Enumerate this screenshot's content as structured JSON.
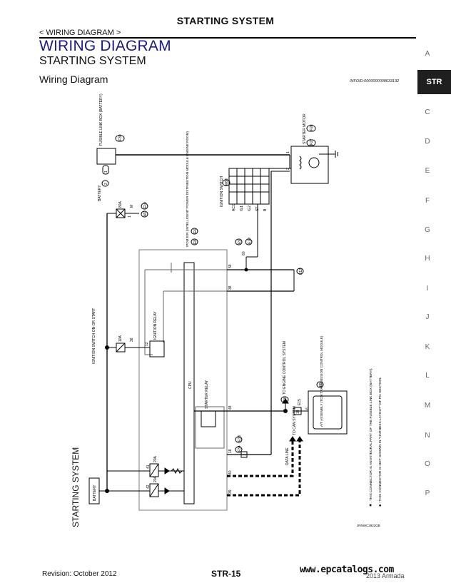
{
  "header": {
    "title": "STARTING SYSTEM",
    "breadcrumb": "< WIRING DIAGRAM >",
    "heading": "WIRING DIAGRAM",
    "subheading": "STARTING SYSTEM",
    "section": "Wiring Diagram",
    "info_id": "INFOID:0000000008633132"
  },
  "nav": {
    "active_tab": "STR",
    "letters": [
      "A",
      "C",
      "D",
      "E",
      "F",
      "G",
      "H",
      "I",
      "J",
      "K",
      "L",
      "M",
      "N",
      "O",
      "P"
    ]
  },
  "diagram": {
    "side_label": "STARTING SYSTEM",
    "labels": {
      "fusible": "FUSIBLE LINK BOX (BATTERY)",
      "f39": "F39",
      "conn_1": "1",
      "battery_top": "BATTERY",
      "b2": "2",
      "fuse80a": "80A",
      "m": "M",
      "e10": "E10",
      "m7": "M7",
      "conn_1b": "1",
      "starter_motor": "STARTER MOTOR",
      "f28": "F28",
      "f27": "F27",
      "s1": "1",
      "s2": "2",
      "ignition_sw": "IGNITION SWITCH",
      "m68": "M68",
      "ign_cols": [
        "ACC",
        "IG1",
        "IG2",
        "ST",
        "B"
      ],
      "ipdm": "IPDM E/R (INTELLIGENT POWER DISTRIBUTION MODULE ENGINE ROOM)",
      "e6": "E6",
      "e8": "E8",
      "e9": "E9",
      "e10b": "E10",
      "m_e12": "E12",
      "m_e4": "E4",
      "n59": "59",
      "n38": "38",
      "n12": "12",
      "n60": "60",
      "n48": "48",
      "n18": "18",
      "n40": "40",
      "n39": "39",
      "c59": "59",
      "c96": "96",
      "e12b": "E12",
      "e24": "E24",
      "ign_relay": "IGNITION RELAY",
      "fuse10a": "10A",
      "n36": "36",
      "ign_on": "IGNITION SWITCH ON OR START",
      "cpu": "CPU",
      "starter_relay": "STARTER RELAY",
      "to_ecs": "TO ENGINE CONTROL SYSTEM",
      "e8b": "E8",
      "e15": "E15",
      "to_can": "TO CAN SYSTEM",
      "data_line": "DATA LINE",
      "e38": "E38",
      "f34": "F34",
      "n19": "19",
      "n6": "6",
      "n1": "1",
      "tcm": "A/T ASSEMBLY (TCM TRANSMISSION CONTROL MODULE)",
      "f9": "F9",
      "fuse20a1": "20A",
      "fuse20a2": "20A",
      "n41": "41",
      "n42": "42",
      "battery_bot": "BATTERY",
      "note1": "✱ : THIS CONNECTOR IS AN INTEGRAL PART OF THE FUSIBLE LINK BOX (BATTERY).",
      "note2": "⬥ : THIS CONNECTOR IS NOT SHOWN IN \"HARNESS LAYOUT\" OF PG SECTION.",
      "figure_id": "JRNWC2922GB"
    }
  },
  "footer": {
    "revision": "Revision: October 2012",
    "page": "STR-15",
    "model": "2013 Armada",
    "watermark": "www.epcatalogs.com"
  }
}
